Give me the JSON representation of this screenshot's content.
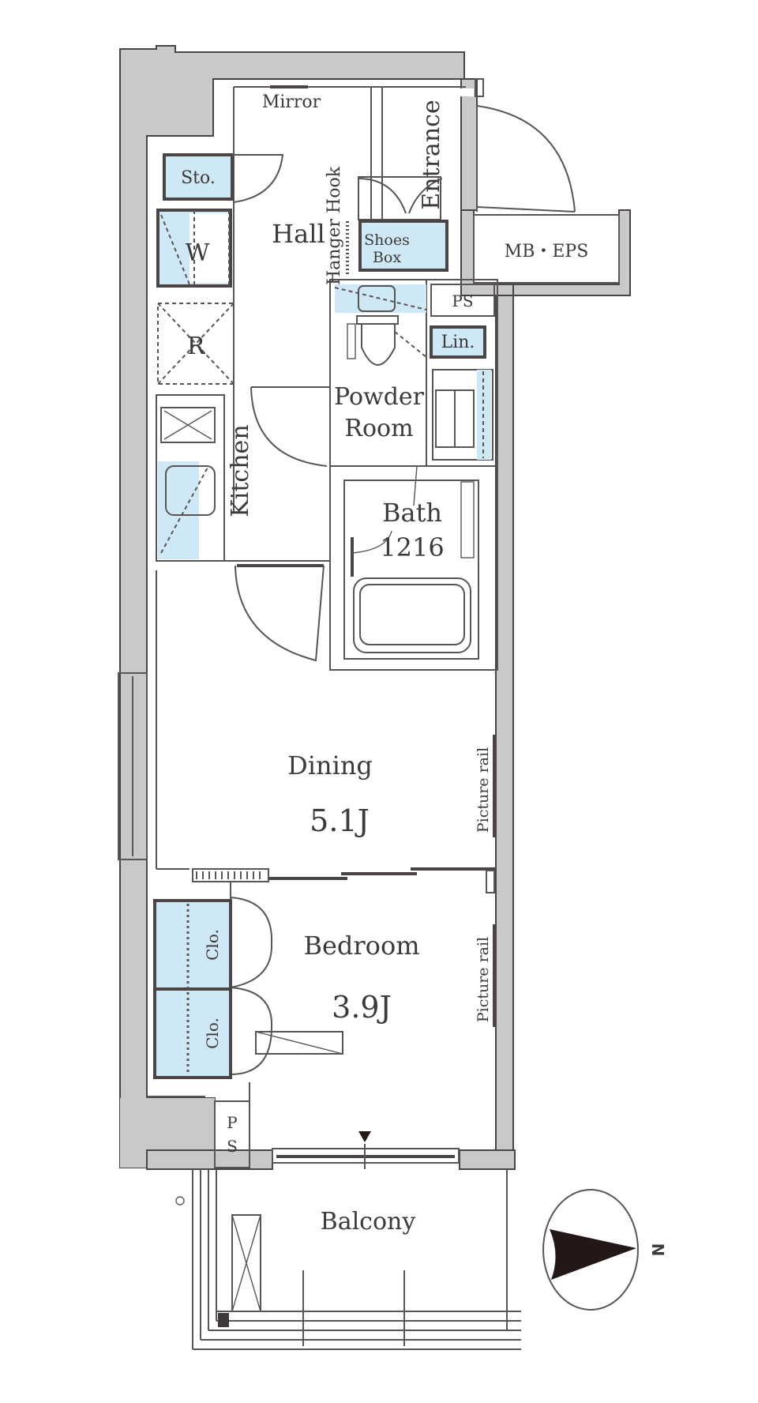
{
  "floor_plan": {
    "colors": {
      "wall": "#c9c9c9",
      "wall_outline": "#4a4444",
      "storage_fill": "#cfe8f5",
      "text": "#3e3a39",
      "background": "#ffffff"
    },
    "rooms": {
      "hall": {
        "label": "Hall"
      },
      "entrance": {
        "label": "Entrance"
      },
      "mirror": {
        "label": "Mirror"
      },
      "hanger_hook": {
        "label": "Hanger Hook"
      },
      "shoes_box": {
        "label_line1": "Shoes",
        "label_line2": "Box"
      },
      "storage": {
        "label": "Sto."
      },
      "washer": {
        "label": "W"
      },
      "refrigerator": {
        "label": "R"
      },
      "kitchen": {
        "label": "Kitchen"
      },
      "mb_eps": {
        "label": "MB・EPS"
      },
      "ps_top": {
        "label": "PS"
      },
      "linen": {
        "label": "Lin."
      },
      "powder_room": {
        "label_line1": "Powder",
        "label_line2": "Room"
      },
      "bath": {
        "label": "Bath",
        "size": "1216"
      },
      "dining": {
        "label": "Dining",
        "size": "5.1J"
      },
      "picture_rail_dining": {
        "label": "Picture rail"
      },
      "bedroom": {
        "label": "Bedroom",
        "size": "3.9J"
      },
      "picture_rail_bedroom": {
        "label": "Picture rail"
      },
      "closet_1": {
        "label": "Clo."
      },
      "closet_2": {
        "label": "Clo."
      },
      "ps_bottom": {
        "label_line1": "P",
        "label_line2": "S"
      },
      "balcony": {
        "label": "Balcony"
      }
    },
    "compass": {
      "label": "N",
      "icon": "north-arrow-icon"
    }
  }
}
